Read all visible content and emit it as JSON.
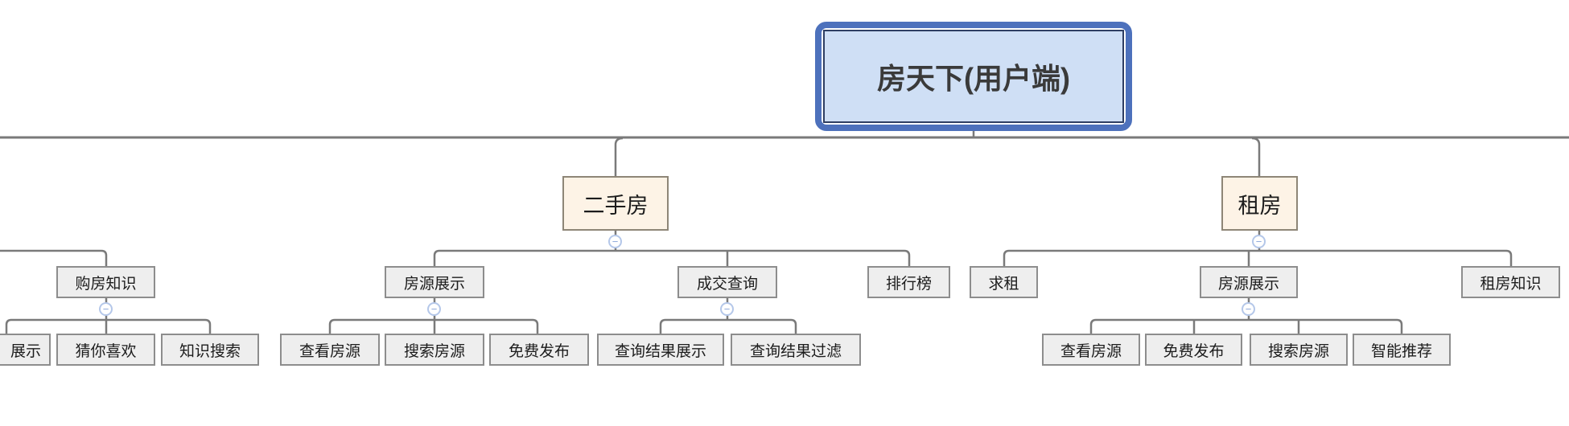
{
  "mindmap": {
    "root": {
      "label": "房天下(用户端)"
    },
    "branches": [
      {
        "label": "二手房",
        "children": [
          {
            "label": "房源展示",
            "children": [
              {
                "label": "查看房源"
              },
              {
                "label": "搜索房源"
              },
              {
                "label": "免费发布"
              }
            ]
          },
          {
            "label": "成交查询",
            "children": [
              {
                "label": "查询结果展示"
              },
              {
                "label": "查询结果过滤"
              }
            ]
          },
          {
            "label": "排行榜"
          }
        ]
      },
      {
        "label": "租房",
        "children": [
          {
            "label": "求租"
          },
          {
            "label": "房源展示",
            "children": [
              {
                "label": "查看房源"
              },
              {
                "label": "免费发布"
              },
              {
                "label": "搜索房源"
              },
              {
                "label": "智能推荐"
              }
            ]
          },
          {
            "label": "租房知识"
          }
        ]
      }
    ],
    "left_partial": {
      "note": "parent topic off-screen left",
      "children": [
        {
          "label": "购房知识",
          "children": [
            {
              "label": "展示",
              "clipped_left": true
            },
            {
              "label": "猜你喜欢"
            },
            {
              "label": "知识搜索"
            }
          ]
        }
      ]
    }
  },
  "icons": {
    "collapse": "−"
  },
  "colors": {
    "canvas_bg": "#ffffff",
    "selection_ring": "#4d71bc",
    "root_fill": "#cfdff5",
    "root_border": "#2e3e62",
    "root_text": "#3a3a3a",
    "branch_fill": "#fdf3e6",
    "branch_border": "#8e8677",
    "node_fill": "#eeeeee",
    "node_border": "#8d8d8d",
    "node_text": "#1c1c1c",
    "connector": "#7a7a7a",
    "collapse_ring": "#b4c7e9",
    "collapse_glyph": "#8aa6d8"
  }
}
